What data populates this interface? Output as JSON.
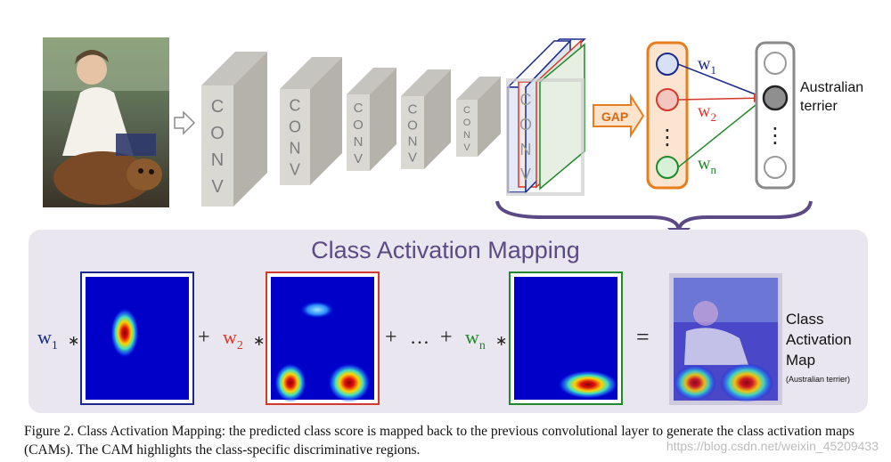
{
  "conv_label": [
    "C",
    "O",
    "N",
    "V"
  ],
  "gap_label": "GAP",
  "weights": {
    "w1": {
      "base": "w",
      "sub": "1"
    },
    "w2": {
      "base": "w",
      "sub": "2"
    },
    "wn": {
      "base": "w",
      "sub": "n"
    }
  },
  "class_label": [
    "Australian",
    "terrier"
  ],
  "dots": "⋮",
  "cam_title": "Class Activation Mapping",
  "equation": {
    "times": "∗",
    "plus": "+",
    "ellipsis": "…",
    "equals": "="
  },
  "output_label": [
    "Class",
    "Activation",
    "Map"
  ],
  "output_sublabel": "(Australian terrier)",
  "caption": "Figure 2. Class Activation Mapping: the predicted class score is mapped back to the previous convolutional layer to generate the class activation maps (CAMs). The CAM highlights the class-specific discriminative regions.",
  "watermark": "https://blog.csdn.net/weixin_45209433",
  "colors": {
    "blue": "#1a2a8c",
    "red": "#d6392b",
    "green": "#1f8a2a",
    "orange": "#e87d1e",
    "purple": "#5c4a86",
    "panel": "#e9e6ef",
    "conv_front": "#d9d8d3",
    "conv_side": "#b4b2ab",
    "conv_top": "#c6c4bf"
  }
}
